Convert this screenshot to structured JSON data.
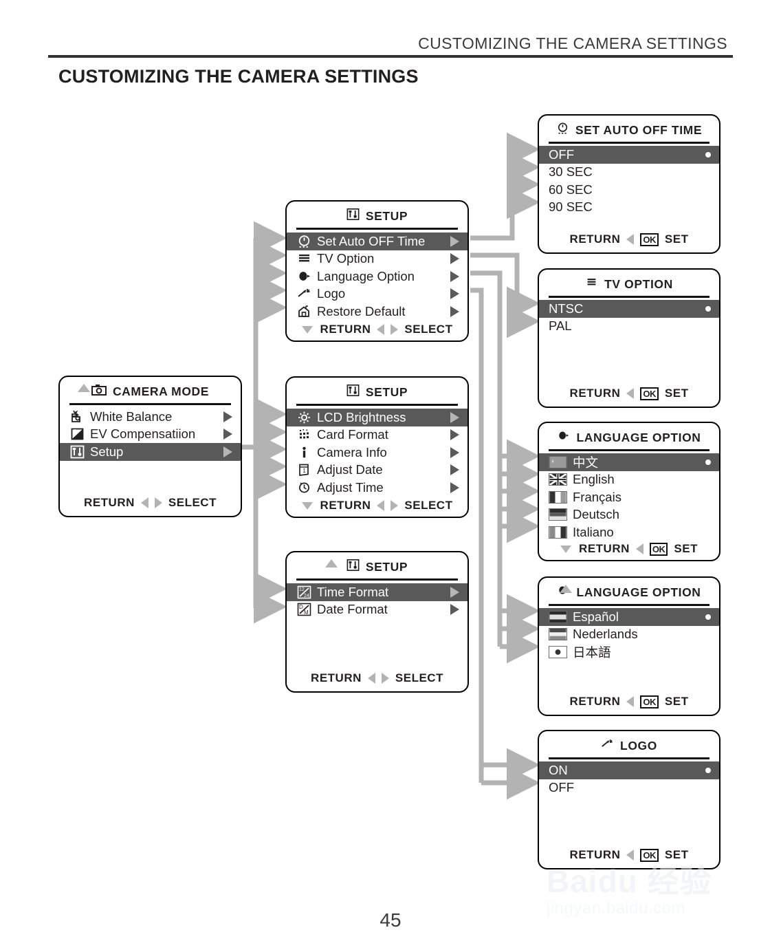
{
  "header": {
    "running_title": "CUSTOMIZING THE CAMERA SETTINGS",
    "page_title": "CUSTOMIZING THE CAMERA SETTINGS",
    "page_number": "45"
  },
  "watermark": {
    "main": "Baidu 经验",
    "sub": "jingyan.baidu.com"
  },
  "common": {
    "return": "RETURN",
    "select": "SELECT",
    "set": "SET",
    "ok": "OK"
  },
  "panels": {
    "camera_mode": {
      "title": "CAMERA  MODE",
      "title_icon": "camera-icon",
      "rows": [
        {
          "label": "White Balance",
          "icon": "white-balance-icon",
          "selected": false
        },
        {
          "label": "EV Compensatiion",
          "icon": "ev-compensation-icon",
          "selected": false
        },
        {
          "label": "Setup",
          "icon": "setup-wrench-icon",
          "selected": true
        }
      ]
    },
    "setup1": {
      "title": "SETUP",
      "title_icon": "setup-wrench-icon",
      "rows": [
        {
          "label": "Set Auto OFF Time",
          "icon": "clock-auto-off-icon",
          "selected": true
        },
        {
          "label": "TV Option",
          "icon": "tv-lines-icon",
          "selected": false
        },
        {
          "label": "Language Option",
          "icon": "speech-globe-icon",
          "selected": false
        },
        {
          "label": "Logo",
          "icon": "logo-sparkle-icon",
          "selected": false
        },
        {
          "label": "Restore Default",
          "icon": "restore-default-icon",
          "selected": false
        }
      ]
    },
    "setup2": {
      "title": "SETUP",
      "title_icon": "setup-wrench-icon",
      "rows": [
        {
          "label": "LCD Brightness",
          "icon": "brightness-sun-icon",
          "selected": true
        },
        {
          "label": "Card Format",
          "icon": "card-format-icon",
          "selected": false
        },
        {
          "label": "Camera Info",
          "icon": "info-icon",
          "selected": false
        },
        {
          "label": "Adjust Date",
          "icon": "calendar-icon",
          "selected": false
        },
        {
          "label": "Adjust Time",
          "icon": "clock-icon",
          "selected": false
        }
      ]
    },
    "setup3": {
      "title": "SETUP",
      "title_icon": "setup-wrench-icon",
      "rows": [
        {
          "label": "Time Format",
          "icon": "time-format-icon",
          "selected": true
        },
        {
          "label": "Date Format",
          "icon": "date-format-icon",
          "selected": false
        }
      ]
    },
    "auto_off": {
      "title": "SET AUTO OFF TIME",
      "title_icon": "clock-auto-off-icon",
      "options": [
        {
          "label": "OFF",
          "selected": true
        },
        {
          "label": "30 SEC",
          "selected": false
        },
        {
          "label": "60 SEC",
          "selected": false
        },
        {
          "label": "90 SEC",
          "selected": false
        }
      ]
    },
    "tv_option": {
      "title": "TV  OPTION",
      "title_icon": "tv-lines-icon",
      "options": [
        {
          "label": "NTSC",
          "selected": true
        },
        {
          "label": "PAL",
          "selected": false
        }
      ]
    },
    "language1": {
      "title": "LANGUAGE  OPTION",
      "title_icon": "speech-globe-icon",
      "options": [
        {
          "label": "中文",
          "flag": "flag-china",
          "selected": true
        },
        {
          "label": "English",
          "flag": "flag-uk",
          "selected": false
        },
        {
          "label": "Français",
          "flag": "flag-france",
          "selected": false
        },
        {
          "label": "Deutsch",
          "flag": "flag-germany",
          "selected": false
        },
        {
          "label": "Italiano",
          "flag": "flag-italy",
          "selected": false
        }
      ]
    },
    "language2": {
      "title": "LANGUAGE  OPTION",
      "title_icon": "speech-globe-icon",
      "options": [
        {
          "label": "Español",
          "flag": "flag-spain",
          "selected": true
        },
        {
          "label": "Nederlands",
          "flag": "flag-netherlands",
          "selected": false
        },
        {
          "label": "日本語",
          "flag": "flag-japan",
          "selected": false
        }
      ]
    },
    "logo": {
      "title": "LOGO",
      "title_icon": "logo-sparkle-icon",
      "options": [
        {
          "label": "ON",
          "selected": true
        },
        {
          "label": "OFF",
          "selected": false
        }
      ]
    }
  },
  "colors": {
    "selection": "#595959",
    "connector": "#b3b3b3",
    "text": "#231f20"
  }
}
